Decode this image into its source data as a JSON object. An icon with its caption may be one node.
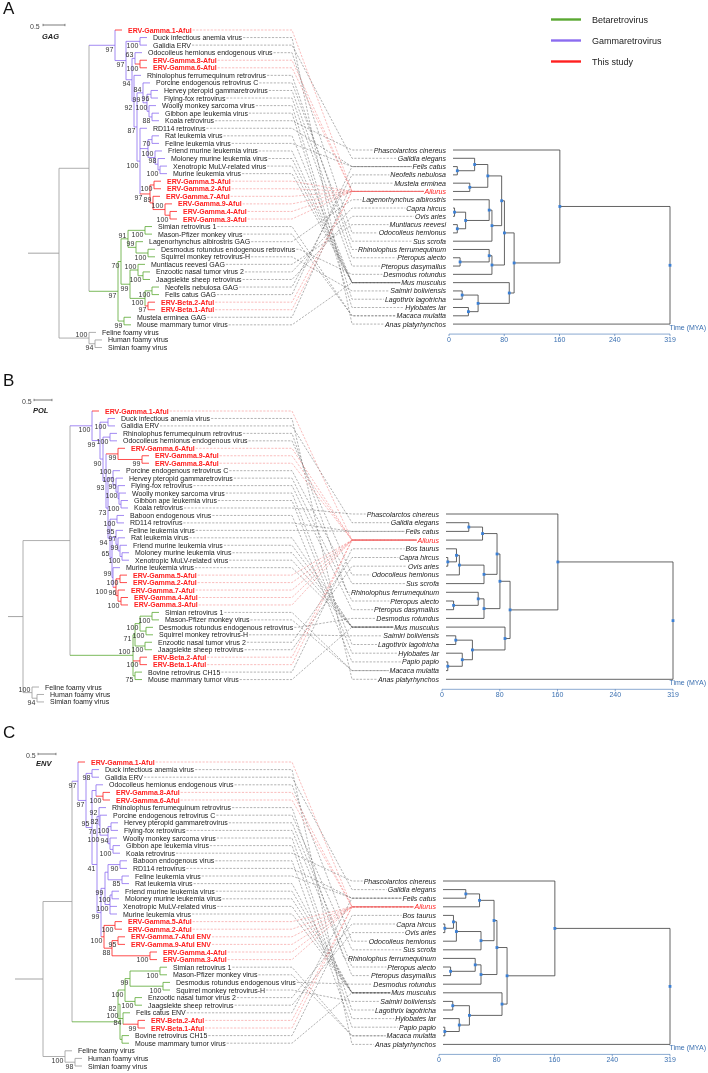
{
  "diagram": {
    "nodes": [
      {
        "text": [
          "ERV-Gamma.1-Aful"
        ]
      },
      {
        "text": [
          "Duck infectious anemia virus"
        ]
      },
      {
        "text": [
          "Galidia ERV"
        ]
      },
      {
        "text": [
          "Odocoileus hemionus endogenous virus"
        ]
      },
      {
        "text": [
          "ERV-Gamma.8-Aful"
        ]
      },
      {
        "text": [
          "ERV-Gamma.6-Aful"
        ]
      },
      {
        "text": [
          "Rhinolophus ferrumequinum retrovirus"
        ]
      },
      {
        "text": [
          "Porcine endogenous retrovirus C"
        ]
      },
      {
        "text": [
          "Hervey pteropid gammaretrovirus"
        ]
      },
      {
        "text": [
          "Flying-fox retrovirus"
        ]
      },
      {
        "text": [
          "Woolly monkey sarcoma virus"
        ]
      },
      {
        "text": [
          "Gibbon ape leukemia virus"
        ]
      },
      {
        "text": [
          "Koala retrovirus"
        ]
      },
      {
        "text": [
          "RD114 retrovirus"
        ]
      },
      {
        "text": [
          "Rat leukemia virus"
        ]
      },
      {
        "text": [
          "Feline leukemia virus"
        ]
      },
      {
        "text": [
          "Friend murine leukemia virus"
        ]
      },
      {
        "text": [
          "Moloney murine leukemia virus"
        ]
      },
      {
        "text": [
          "Xenotropic MuLV-related virus"
        ]
      },
      {
        "text": [
          "Murine leukemia virus"
        ]
      },
      {
        "text": [
          "ERV-Gamma.5-Aful"
        ]
      },
      {
        "text": [
          "ERV-Gamma.2-Aful"
        ]
      },
      {
        "text": [
          "ERV-Gamma.7-Aful"
        ]
      },
      {
        "text": [
          "ERV-Gamma.9-Aful"
        ]
      },
      {
        "text": [
          "ERV-Gamma.4-Aful"
        ]
      },
      {
        "text": [
          "ERV-Gamma.3-Aful"
        ]
      },
      {
        "text": [
          "Simian retrovirus 1"
        ]
      },
      {
        "text": [
          "Mason-Pfizer monkey virus"
        ]
      },
      {
        "text": [
          "Lagenorhynchus albirostris GAG"
        ]
      },
      {
        "text": [
          "Desmodus rotundus endogenous retrovirus"
        ]
      },
      {
        "text": [
          "Squirrel monkey retrovirus-H"
        ]
      },
      {
        "text": [
          "Muntiacus reevesi GAG"
        ]
      },
      {
        "text": [
          "Enzootic nasal tumor virus 2"
        ]
      },
      {
        "text": [
          "Jaagsiekte sheep retrovirus"
        ]
      },
      {
        "text": [
          "Neofelis nebulosa GAG"
        ]
      },
      {
        "text": [
          "Felis catus GAG"
        ]
      },
      {
        "text": [
          "ERV-Beta.2-Aful"
        ]
      },
      {
        "text": [
          "ERV-Beta.1-Aful"
        ]
      },
      {
        "text": [
          "Mustela erminea GAG"
        ]
      },
      {
        "text": [
          "Mouse mammary tumor virus"
        ]
      },
      {
        "text": [
          "Feline foamy virus"
        ]
      },
      {
        "text": [
          "Human foamy virus"
        ]
      },
      {
        "text": [
          "Simian foamy virus"
        ]
      },
      {
        "text": [
          "Phascolarctos cinereus"
        ]
      },
      {
        "text": [
          "Galidia elegans"
        ]
      },
      {
        "text": [
          "Felis catus"
        ]
      },
      {
        "text": [
          "Neofelis nebulosa"
        ]
      },
      {
        "text": [
          "Mustela erminea"
        ]
      },
      {
        "text": [
          "Ailurus"
        ]
      },
      {
        "text": [
          "Lagenorhynchus albirostris"
        ]
      },
      {
        "text": [
          "Capra hircus"
        ]
      },
      {
        "text": [
          "Ovis aries"
        ]
      },
      {
        "text": [
          "Muntiacus reevesi"
        ]
      },
      {
        "text": [
          "Odocoileus hemionus"
        ]
      },
      {
        "text": [
          "Sus scrofa"
        ]
      },
      {
        "text": [
          "Rhinolophus ferrumequinum"
        ]
      },
      {
        "text": [
          "Pteropus alecto"
        ]
      },
      {
        "text": [
          "Pteropus dasymallus"
        ]
      },
      {
        "text": [
          "Desmodus rotundus"
        ]
      },
      {
        "text": [
          "Mus musculus"
        ]
      },
      {
        "text": [
          "Saimiri boliviensis"
        ]
      },
      {
        "text": [
          "Lagothrix lagotricha"
        ]
      },
      {
        "text": [
          "Hylobates lar"
        ]
      },
      {
        "text": [
          "Macaca mulatta"
        ]
      },
      {
        "text": [
          "Anas platyrhynchos"
        ]
      },
      {
        "text": [
          "ERV-Gamma.1-Aful"
        ]
      },
      {
        "text": [
          "Duck infectious anemia virus"
        ]
      },
      {
        "text": [
          "Galidia ERV"
        ]
      },
      {
        "text": [
          "Rhinolophus ferrumequinum retrovirus"
        ]
      },
      {
        "text": [
          "Odocoileus hemionus endogenous virus"
        ]
      },
      {
        "text": [
          "ERV-Gamma.6-Aful"
        ]
      },
      {
        "text": [
          "ERV-Gamma.9-Aful"
        ]
      },
      {
        "text": [
          "ERV-Gamma.8-Aful"
        ]
      },
      {
        "text": [
          "Porcine endogenous retrovirus C"
        ]
      },
      {
        "text": [
          "Hervey pteropid gammaretrovirus"
        ]
      },
      {
        "text": [
          "Flying-fox retrovirus"
        ]
      },
      {
        "text": [
          "Woolly monkey sarcoma virus"
        ]
      },
      {
        "text": [
          "Gibbon ape leukemia virus"
        ]
      },
      {
        "text": [
          "Koala retrovirus"
        ]
      },
      {
        "text": [
          "Baboon endogenous virus"
        ]
      },
      {
        "text": [
          "RD114 retrovirus"
        ]
      },
      {
        "text": [
          "Feline leukemia virus"
        ]
      },
      {
        "text": [
          "Rat leukemia virus"
        ]
      },
      {
        "text": [
          "Friend murine leukemia virus"
        ]
      },
      {
        "text": [
          "Moloney murine leukemia virus"
        ]
      },
      {
        "text": [
          "Xenotropic MuLV-related virus"
        ]
      },
      {
        "text": [
          "Murine leukemia virus"
        ]
      },
      {
        "text": [
          "ERV-Gamma.5-Aful"
        ]
      },
      {
        "text": [
          "ERV-Gamma.2-Aful"
        ]
      },
      {
        "text": [
          "ERV-Gamma.7-Aful"
        ]
      },
      {
        "text": [
          "ERV-Gamma.4-Aful"
        ]
      },
      {
        "text": [
          "ERV-Gamma.3-Aful"
        ]
      },
      {
        "text": [
          "Simian retrovirus 1"
        ]
      },
      {
        "text": [
          "Mason-Pfizer monkey virus"
        ]
      },
      {
        "text": [
          "Desmodus rotundus endogenous retrovirus"
        ]
      },
      {
        "text": [
          "Squirrel monkey retrovirus-H"
        ]
      },
      {
        "text": [
          "Enzootic nasal tumor virus 2"
        ]
      },
      {
        "text": [
          "Jaagsiekte sheep retrovirus"
        ]
      },
      {
        "text": [
          "ERV-Beta.2-Aful"
        ]
      },
      {
        "text": [
          "ERV-Beta.1-Aful"
        ]
      },
      {
        "text": [
          "Bovine retrovirus CH15"
        ]
      },
      {
        "text": [
          "Mouse mammary tumor virus"
        ]
      },
      {
        "text": [
          "Feline foamy virus"
        ]
      },
      {
        "text": [
          "Human foamy virus"
        ]
      },
      {
        "text": [
          "Simian foamy virus"
        ]
      },
      {
        "text": [
          "Phascolarctos cinereus"
        ]
      },
      {
        "text": [
          "Galidia elegans"
        ]
      },
      {
        "text": [
          "Felis catus"
        ]
      },
      {
        "text": [
          "Ailurus"
        ]
      },
      {
        "text": [
          "Bos taurus"
        ]
      },
      {
        "text": [
          "Capra hircus"
        ]
      },
      {
        "text": [
          "Ovis aries"
        ]
      },
      {
        "text": [
          "Odocoileus hemionus"
        ]
      },
      {
        "text": [
          "Sus scrofa"
        ]
      },
      {
        "text": [
          "Rhinolophus ferrumequinum"
        ]
      },
      {
        "text": [
          "Pteropus alecto"
        ]
      },
      {
        "text": [
          "Pteropus dasymallus"
        ]
      },
      {
        "text": [
          "Desmodus rotundus"
        ]
      },
      {
        "text": [
          "Mus musculus"
        ]
      },
      {
        "text": [
          "Saimiri boliviensis"
        ]
      },
      {
        "text": [
          "Lagothrix lagotricha"
        ]
      },
      {
        "text": [
          "Hylobates lar"
        ]
      },
      {
        "text": [
          "Papio papio"
        ]
      },
      {
        "text": [
          "Macaca mulatta"
        ]
      },
      {
        "text": [
          "Anas platyrhynchos"
        ]
      },
      {
        "text": [
          "ERV-Gamma.1-Aful"
        ]
      },
      {
        "text": [
          "Duck infectious anemia virus"
        ]
      },
      {
        "text": [
          "Galidia ERV"
        ]
      },
      {
        "text": [
          "Odocoileus hemionus endogenous virus"
        ]
      },
      {
        "text": [
          "ERV-Gamma.8-Aful"
        ]
      },
      {
        "text": [
          "ERV-Gamma.6-Aful"
        ]
      },
      {
        "text": [
          "Rhinolophus ferrumequinum retrovirus"
        ]
      },
      {
        "text": [
          "Porcine endogenous retrovirus C"
        ]
      },
      {
        "text": [
          "Hervey pteropid gammaretrovirus"
        ]
      },
      {
        "text": [
          "Flying-fox retrovirus"
        ]
      },
      {
        "text": [
          "Woolly monkey sarcoma virus"
        ]
      },
      {
        "text": [
          "Gibbon ape leukemia virus"
        ]
      },
      {
        "text": [
          "Koala retrovirus"
        ]
      },
      {
        "text": [
          "Baboon endogenous virus"
        ]
      },
      {
        "text": [
          "RD114 retrovirus"
        ]
      },
      {
        "text": [
          "Feline leukemia virus"
        ]
      },
      {
        "text": [
          "Rat leukemia virus"
        ]
      },
      {
        "text": [
          "Friend murine leukemia virus"
        ]
      },
      {
        "text": [
          "Moloney murine leukemia virus"
        ]
      },
      {
        "text": [
          "Xenotropic MuLV-related virus"
        ]
      },
      {
        "text": [
          "Murine leukemia virus"
        ]
      },
      {
        "text": [
          "ERV-Gamma.5-Aful"
        ]
      },
      {
        "text": [
          "ERV-Gamma.2-Aful"
        ]
      },
      {
        "text": [
          "ERV-Gamma.7-Aful ENV"
        ]
      },
      {
        "text": [
          "ERV-Gamma.9-Aful ENV"
        ]
      },
      {
        "text": [
          "ERV-Gamma.4-Aful"
        ]
      },
      {
        "text": [
          "ERV-Gamma.3-Aful"
        ]
      },
      {
        "text": [
          "Simian retrovirus 1"
        ]
      },
      {
        "text": [
          "Mason-Pfizer monkey virus"
        ]
      },
      {
        "text": [
          "Desmodus rotundus endogenous virus"
        ]
      },
      {
        "text": [
          "Squirrel monkey retrovirus-H"
        ]
      },
      {
        "text": [
          "Enzootic nasal tumor virus 2"
        ]
      },
      {
        "text": [
          "Jaagsiekte sheep retrovirus"
        ]
      },
      {
        "text": [
          "Felis catus ENV"
        ]
      },
      {
        "text": [
          "ERV-Beta.2-Aful"
        ]
      },
      {
        "text": [
          "ERV-Beta.1-Aful"
        ]
      },
      {
        "text": [
          "Bovine retrovirus CH15"
        ]
      },
      {
        "text": [
          "Mouse mammary tumor virus"
        ]
      },
      {
        "text": [
          "Feline foamy virus"
        ]
      },
      {
        "text": [
          "Human foamy virus"
        ]
      },
      {
        "text": [
          "Simian foamy virus"
        ]
      },
      {
        "text": [
          "Phascolarctos cinereus"
        ]
      },
      {
        "text": [
          "Galidia elegans"
        ]
      },
      {
        "text": [
          "Felis catus"
        ]
      },
      {
        "text": [
          "Ailurus"
        ]
      },
      {
        "text": [
          "Bos taurus"
        ]
      },
      {
        "text": [
          "Capra hircus"
        ]
      },
      {
        "text": [
          "Ovis aries"
        ]
      },
      {
        "text": [
          "Odocoileus hemionus"
        ]
      },
      {
        "text": [
          "Sus scrofa"
        ]
      },
      {
        "text": [
          "Rhinolophus ferrumequinum"
        ]
      },
      {
        "text": [
          "Pteropus alecto"
        ]
      },
      {
        "text": [
          "Pteropus dasymallus"
        ]
      },
      {
        "text": [
          "Desmodus rotundus"
        ]
      },
      {
        "text": [
          "Mus musculus"
        ]
      },
      {
        "text": [
          "Saimiri boliviensis"
        ]
      },
      {
        "text": [
          "Lagothrix lagotricha"
        ]
      },
      {
        "text": [
          "Hylobates lar"
        ]
      },
      {
        "text": [
          "Papio papio"
        ]
      },
      {
        "text": [
          "Macaca mulatta"
        ]
      },
      {
        "text": [
          "Anas platyrhynchos"
        ]
      }
    ],
    "edges": [
      {
        "from": 0,
        "to": 48,
        "arrow": "none",
        "style": "dashed",
        "color": "#f26b6b"
      },
      {
        "from": 1,
        "to": 64,
        "arrow": "none",
        "style": "dashed"
      },
      {
        "from": 2,
        "to": 44,
        "arrow": "none",
        "style": "dashed"
      },
      {
        "from": 3,
        "to": 53,
        "arrow": "none",
        "style": "dashed"
      },
      {
        "from": 4,
        "to": 48,
        "arrow": "none",
        "style": "dashed",
        "color": "#f26b6b"
      },
      {
        "from": 5,
        "to": 48,
        "arrow": "none",
        "style": "dashed",
        "color": "#f26b6b"
      },
      {
        "from": 6,
        "to": 55,
        "arrow": "none",
        "style": "dashed"
      },
      {
        "from": 7,
        "to": 54,
        "arrow": "none",
        "style": "dashed"
      },
      {
        "from": 8,
        "to": 56,
        "arrow": "none",
        "style": "dashed"
      },
      {
        "from": 9,
        "to": 57,
        "arrow": "none",
        "style": "dashed"
      },
      {
        "from": 10,
        "to": 61,
        "arrow": "none",
        "style": "dashed"
      },
      {
        "from": 11,
        "to": 62,
        "arrow": "none",
        "style": "dashed"
      },
      {
        "from": 12,
        "to": 43,
        "arrow": "none",
        "style": "dashed"
      },
      {
        "from": 13,
        "to": 45,
        "arrow": "none",
        "style": "dashed"
      },
      {
        "from": 14,
        "to": 59,
        "arrow": "none",
        "style": "dashed"
      },
      {
        "from": 15,
        "to": 45,
        "arrow": "none",
        "style": "dashed"
      },
      {
        "from": 16,
        "to": 59,
        "arrow": "none",
        "style": "dashed"
      },
      {
        "from": 17,
        "to": 59,
        "arrow": "none",
        "style": "dashed"
      },
      {
        "from": 18,
        "to": 59,
        "arrow": "none",
        "style": "dashed"
      },
      {
        "from": 19,
        "to": 59,
        "arrow": "none",
        "style": "dashed"
      },
      {
        "from": 20,
        "to": 48,
        "arrow": "none",
        "style": "dashed",
        "color": "#f26b6b"
      },
      {
        "from": 21,
        "to": 48,
        "arrow": "none",
        "style": "dashed",
        "color": "#f26b6b"
      },
      {
        "from": 22,
        "to": 48,
        "arrow": "none",
        "style": "dashed",
        "color": "#f26b6b"
      },
      {
        "from": 23,
        "to": 48,
        "arrow": "none",
        "style": "dashed",
        "color": "#f26b6b"
      },
      {
        "from": 24,
        "to": 48,
        "arrow": "none",
        "style": "dashed",
        "color": "#f26b6b"
      },
      {
        "from": 25,
        "to": 48,
        "arrow": "none",
        "style": "dashed",
        "color": "#f26b6b"
      },
      {
        "from": 26,
        "to": 63,
        "arrow": "none",
        "style": "dashed"
      },
      {
        "from": 27,
        "to": 63,
        "arrow": "none",
        "style": "dashed"
      },
      {
        "from": 28,
        "to": 49,
        "arrow": "none",
        "style": "dashed"
      },
      {
        "from": 29,
        "to": 58,
        "arrow": "none",
        "style": "dashed"
      },
      {
        "from": 30,
        "to": 60,
        "arrow": "none",
        "style": "dashed"
      },
      {
        "from": 31,
        "to": 52,
        "arrow": "none",
        "style": "dashed"
      },
      {
        "from": 32,
        "to": 50,
        "arrow": "none",
        "style": "dashed"
      },
      {
        "from": 33,
        "to": 51,
        "arrow": "none",
        "style": "dashed"
      },
      {
        "from": 34,
        "to": 46,
        "arrow": "none",
        "style": "dashed"
      },
      {
        "from": 35,
        "to": 45,
        "arrow": "none",
        "style": "dashed"
      },
      {
        "from": 36,
        "to": 48,
        "arrow": "none",
        "style": "dashed",
        "color": "#f26b6b"
      },
      {
        "from": 37,
        "to": 48,
        "arrow": "none",
        "style": "dashed",
        "color": "#f26b6b"
      },
      {
        "from": 38,
        "to": 47,
        "arrow": "none",
        "style": "dashed"
      },
      {
        "from": 39,
        "to": 59,
        "arrow": "none",
        "style": "dashed"
      },
      {
        "from": 65,
        "to": 108,
        "arrow": "none",
        "style": "dashed",
        "color": "#f26b6b"
      },
      {
        "from": 66,
        "to": 124,
        "arrow": "none",
        "style": "dashed"
      },
      {
        "from": 67,
        "to": 106,
        "arrow": "none",
        "style": "dashed"
      },
      {
        "from": 68,
        "to": 114,
        "arrow": "none",
        "style": "dashed"
      },
      {
        "from": 69,
        "to": 112,
        "arrow": "none",
        "style": "dashed"
      },
      {
        "from": 70,
        "to": 108,
        "arrow": "none",
        "style": "dashed",
        "color": "#f26b6b"
      },
      {
        "from": 71,
        "to": 108,
        "arrow": "none",
        "style": "dashed",
        "color": "#f26b6b"
      },
      {
        "from": 72,
        "to": 108,
        "arrow": "none",
        "style": "dashed",
        "color": "#f26b6b"
      },
      {
        "from": 73,
        "to": 113,
        "arrow": "none",
        "style": "dashed"
      },
      {
        "from": 74,
        "to": 115,
        "arrow": "none",
        "style": "dashed"
      },
      {
        "from": 75,
        "to": 116,
        "arrow": "none",
        "style": "dashed"
      },
      {
        "from": 76,
        "to": 120,
        "arrow": "none",
        "style": "dashed"
      },
      {
        "from": 77,
        "to": 121,
        "arrow": "none",
        "style": "dashed"
      },
      {
        "from": 78,
        "to": 105,
        "arrow": "none",
        "style": "dashed"
      },
      {
        "from": 79,
        "to": 122,
        "arrow": "none",
        "style": "dashed"
      },
      {
        "from": 80,
        "to": 107,
        "arrow": "none",
        "style": "dashed"
      },
      {
        "from": 81,
        "to": 107,
        "arrow": "none",
        "style": "dashed"
      },
      {
        "from": 82,
        "to": 118,
        "arrow": "none",
        "style": "dashed"
      },
      {
        "from": 83,
        "to": 118,
        "arrow": "none",
        "style": "dashed"
      },
      {
        "from": 84,
        "to": 118,
        "arrow": "none",
        "style": "dashed"
      },
      {
        "from": 85,
        "to": 118,
        "arrow": "none",
        "style": "dashed"
      },
      {
        "from": 86,
        "to": 118,
        "arrow": "none",
        "style": "dashed"
      },
      {
        "from": 87,
        "to": 108,
        "arrow": "none",
        "style": "dashed",
        "color": "#f26b6b"
      },
      {
        "from": 88,
        "to": 108,
        "arrow": "none",
        "style": "dashed",
        "color": "#f26b6b"
      },
      {
        "from": 89,
        "to": 108,
        "arrow": "none",
        "style": "dashed",
        "color": "#f26b6b"
      },
      {
        "from": 90,
        "to": 108,
        "arrow": "none",
        "style": "dashed",
        "color": "#f26b6b"
      },
      {
        "from": 91,
        "to": 108,
        "arrow": "none",
        "style": "dashed",
        "color": "#f26b6b"
      },
      {
        "from": 92,
        "to": 123,
        "arrow": "none",
        "style": "dashed"
      },
      {
        "from": 93,
        "to": 123,
        "arrow": "none",
        "style": "dashed"
      },
      {
        "from": 94,
        "to": 117,
        "arrow": "none",
        "style": "dashed"
      },
      {
        "from": 95,
        "to": 119,
        "arrow": "none",
        "style": "dashed"
      },
      {
        "from": 96,
        "to": 110,
        "arrow": "none",
        "style": "dashed"
      },
      {
        "from": 97,
        "to": 111,
        "arrow": "none",
        "style": "dashed"
      },
      {
        "from": 98,
        "to": 108,
        "arrow": "none",
        "style": "dashed",
        "color": "#f26b6b"
      },
      {
        "from": 99,
        "to": 108,
        "arrow": "none",
        "style": "dashed",
        "color": "#f26b6b"
      },
      {
        "from": 100,
        "to": 109,
        "arrow": "none",
        "style": "dashed"
      },
      {
        "from": 101,
        "to": 118,
        "arrow": "none",
        "style": "dashed"
      },
      {
        "from": 125,
        "to": 169,
        "arrow": "none",
        "style": "dashed",
        "color": "#f26b6b"
      },
      {
        "from": 126,
        "to": 185,
        "arrow": "none",
        "style": "dashed"
      },
      {
        "from": 127,
        "to": 167,
        "arrow": "none",
        "style": "dashed"
      },
      {
        "from": 128,
        "to": 173,
        "arrow": "none",
        "style": "dashed"
      },
      {
        "from": 129,
        "to": 169,
        "arrow": "none",
        "style": "dashed",
        "color": "#f26b6b"
      },
      {
        "from": 130,
        "to": 169,
        "arrow": "none",
        "style": "dashed",
        "color": "#f26b6b"
      },
      {
        "from": 131,
        "to": 175,
        "arrow": "none",
        "style": "dashed"
      },
      {
        "from": 132,
        "to": 174,
        "arrow": "none",
        "style": "dashed"
      },
      {
        "from": 133,
        "to": 176,
        "arrow": "none",
        "style": "dashed"
      },
      {
        "from": 134,
        "to": 177,
        "arrow": "none",
        "style": "dashed"
      },
      {
        "from": 135,
        "to": 181,
        "arrow": "none",
        "style": "dashed"
      },
      {
        "from": 136,
        "to": 182,
        "arrow": "none",
        "style": "dashed"
      },
      {
        "from": 137,
        "to": 166,
        "arrow": "none",
        "style": "dashed"
      },
      {
        "from": 138,
        "to": 183,
        "arrow": "none",
        "style": "dashed"
      },
      {
        "from": 139,
        "to": 168,
        "arrow": "none",
        "style": "dashed"
      },
      {
        "from": 140,
        "to": 168,
        "arrow": "none",
        "style": "dashed"
      },
      {
        "from": 141,
        "to": 179,
        "arrow": "none",
        "style": "dashed"
      },
      {
        "from": 142,
        "to": 179,
        "arrow": "none",
        "style": "dashed"
      },
      {
        "from": 143,
        "to": 179,
        "arrow": "none",
        "style": "dashed"
      },
      {
        "from": 144,
        "to": 179,
        "arrow": "none",
        "style": "dashed"
      },
      {
        "from": 145,
        "to": 179,
        "arrow": "none",
        "style": "dashed"
      },
      {
        "from": 146,
        "to": 169,
        "arrow": "none",
        "style": "dashed",
        "color": "#f26b6b"
      },
      {
        "from": 147,
        "to": 169,
        "arrow": "none",
        "style": "dashed",
        "color": "#f26b6b"
      },
      {
        "from": 148,
        "to": 169,
        "arrow": "none",
        "style": "dashed",
        "color": "#f26b6b"
      },
      {
        "from": 149,
        "to": 169,
        "arrow": "none",
        "style": "dashed",
        "color": "#f26b6b"
      },
      {
        "from": 150,
        "to": 169,
        "arrow": "none",
        "style": "dashed",
        "color": "#f26b6b"
      },
      {
        "from": 151,
        "to": 169,
        "arrow": "none",
        "style": "dashed",
        "color": "#f26b6b"
      },
      {
        "from": 152,
        "to": 184,
        "arrow": "none",
        "style": "dashed"
      },
      {
        "from": 153,
        "to": 184,
        "arrow": "none",
        "style": "dashed"
      },
      {
        "from": 154,
        "to": 178,
        "arrow": "none",
        "style": "dashed"
      },
      {
        "from": 155,
        "to": 180,
        "arrow": "none",
        "style": "dashed"
      },
      {
        "from": 156,
        "to": 171,
        "arrow": "none",
        "style": "dashed"
      },
      {
        "from": 157,
        "to": 172,
        "arrow": "none",
        "style": "dashed"
      },
      {
        "from": 158,
        "to": 168,
        "arrow": "none",
        "style": "dashed"
      },
      {
        "from": 159,
        "to": 169,
        "arrow": "none",
        "style": "dashed",
        "color": "#f26b6b"
      },
      {
        "from": 160,
        "to": 169,
        "arrow": "none",
        "style": "dashed",
        "color": "#f26b6b"
      },
      {
        "from": 161,
        "to": 170,
        "arrow": "none",
        "style": "dashed"
      },
      {
        "from": 162,
        "to": 179,
        "arrow": "none",
        "style": "dashed"
      }
    ],
    "labels": [
      "A",
      "0.5",
      "GAG",
      "97",
      "97",
      "100",
      "94",
      "63",
      "100",
      "92",
      "87",
      "84",
      "99",
      "96",
      "100",
      "88",
      "100",
      "70",
      "100",
      "98",
      "100",
      "97",
      "100",
      "89",
      "100",
      "100",
      "97",
      "70",
      "91",
      "100",
      "99",
      "100",
      "99",
      "100",
      "100",
      "100",
      "100",
      "97",
      "99",
      "100",
      "94",
      "0",
      "80",
      "160",
      "240",
      "319",
      "Time (MYA)",
      "B",
      "0.5",
      "POL",
      "100",
      "99",
      "100",
      "90",
      "100",
      "93",
      "99",
      "99",
      "73",
      "100",
      "100",
      "90",
      "100",
      "100",
      "94",
      "100",
      "65",
      "95",
      "97",
      "99",
      "100",
      "99",
      "100",
      "100",
      "96",
      "100",
      "100",
      "71",
      "100",
      "100",
      "100",
      "100",
      "100",
      "75",
      "100",
      "94",
      "0",
      "80",
      "160",
      "240",
      "319",
      "Time (MYA)",
      "C",
      "0.5",
      "ENV",
      "97",
      "97",
      "98",
      "95",
      "100",
      "41",
      "92",
      "82",
      "76",
      "100",
      "100",
      "94",
      "100",
      "99",
      "99",
      "90",
      "85",
      "100",
      "100",
      "100",
      "100",
      "88",
      "95",
      "100",
      "100",
      "82",
      "100",
      "99",
      "100",
      "100",
      "100",
      "84",
      "99",
      "100",
      "98",
      "0",
      "80",
      "160",
      "240",
      "319",
      "Time (MYA)"
    ],
    "legend": [
      {
        "text": "Betaretrovirus",
        "color": "#5aa832"
      },
      {
        "text": "Gammaretrovirus",
        "color": "#8b6cf0"
      },
      {
        "text": "This study",
        "color": "#ff2020"
      }
    ]
  }
}
